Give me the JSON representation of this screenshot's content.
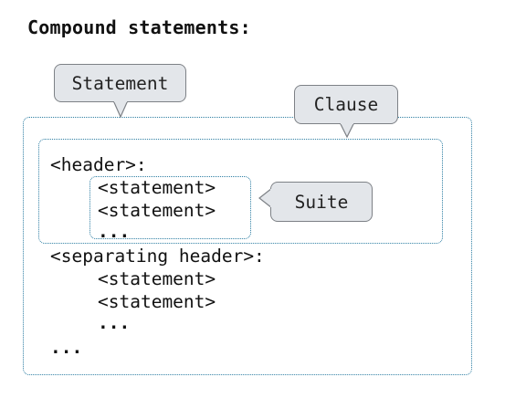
{
  "heading": "Compound statements:",
  "labels": {
    "statement": "Statement",
    "clause": "Clause",
    "suite": "Suite"
  },
  "code": {
    "header": "<header>:",
    "statement_1": "<statement>",
    "statement_2": "<statement>",
    "ellipsis_suite": "...",
    "separating_header": "<separating header>:",
    "statement_3": "<statement>",
    "statement_4": "<statement>",
    "ellipsis_suite_2": "...",
    "ellipsis_outer": "..."
  },
  "colors": {
    "dotted_border": "#2f7fa3",
    "callout_fill": "#e3e6ea",
    "callout_border": "#7d8186"
  }
}
